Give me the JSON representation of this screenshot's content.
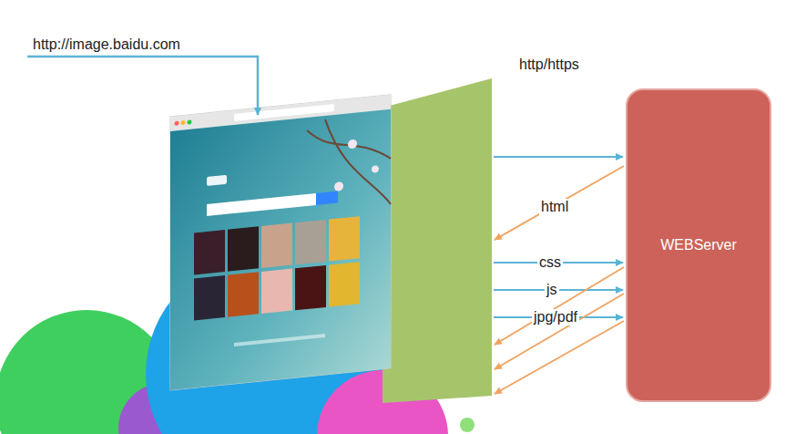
{
  "diagram": {
    "nodes": [
      {
        "text": [
          "WEBServer"
        ]
      }
    ],
    "labels": [
      "http://image.baidu.com",
      "http/https",
      "html",
      "css",
      "js",
      "jpg/pdf"
    ]
  }
}
